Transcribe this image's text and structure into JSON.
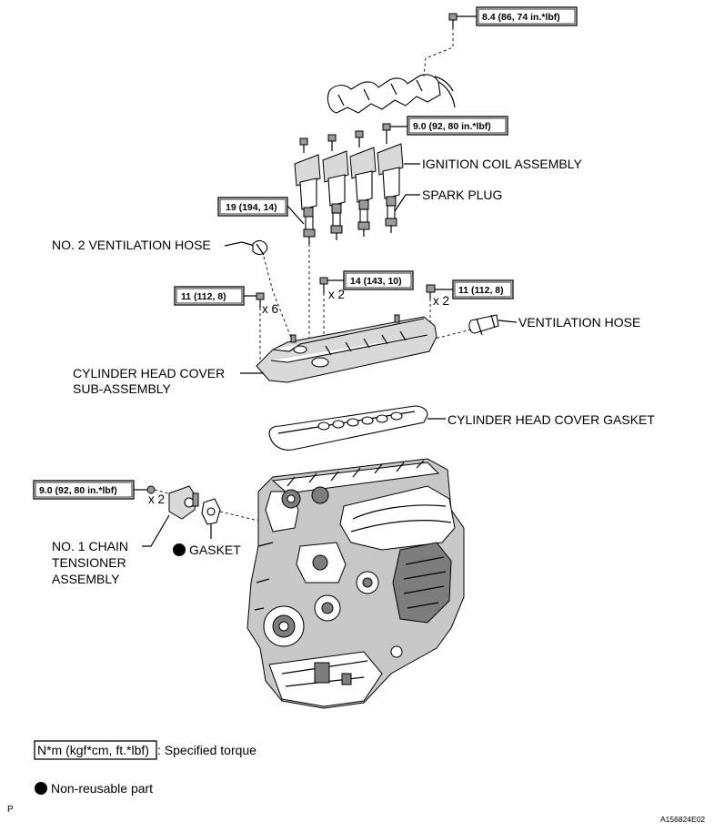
{
  "torque": {
    "t1": "8.4 (86, 74 in.*lbf)",
    "t2": "9.0 (92, 80 in.*lbf)",
    "t3": "19 (194, 14)",
    "t4": "14 (143, 10)",
    "t5": "11 (112, 8)",
    "t6": "11 (112, 8)",
    "t7": "9.0 (92, 80 in.*lbf)"
  },
  "quantities": {
    "q1": "x 2",
    "q2": "x 6",
    "q3": "x 2",
    "q4": "x 2"
  },
  "labels": {
    "ignition_coil": "IGNITION COIL ASSEMBLY",
    "spark_plug": "SPARK PLUG",
    "no2_vent_hose": "NO. 2 VENTILATION HOSE",
    "vent_hose": "VENTILATION HOSE",
    "head_cover_line1": "CYLINDER HEAD COVER",
    "head_cover_line2": "SUB-ASSEMBLY",
    "head_cover_gasket": "CYLINDER HEAD COVER GASKET",
    "tensioner_line1": "NO. 1 CHAIN",
    "tensioner_line2": "TENSIONER",
    "tensioner_line3": "ASSEMBLY",
    "gasket": "GASKET"
  },
  "legend": {
    "torque_unit": "N*m (kgf*cm, ft.*lbf)",
    "torque_desc": ": Specified torque",
    "non_reusable": "Non-reusable part"
  },
  "footer": {
    "corner_letter": "P",
    "figure_id": "A156824E02"
  }
}
